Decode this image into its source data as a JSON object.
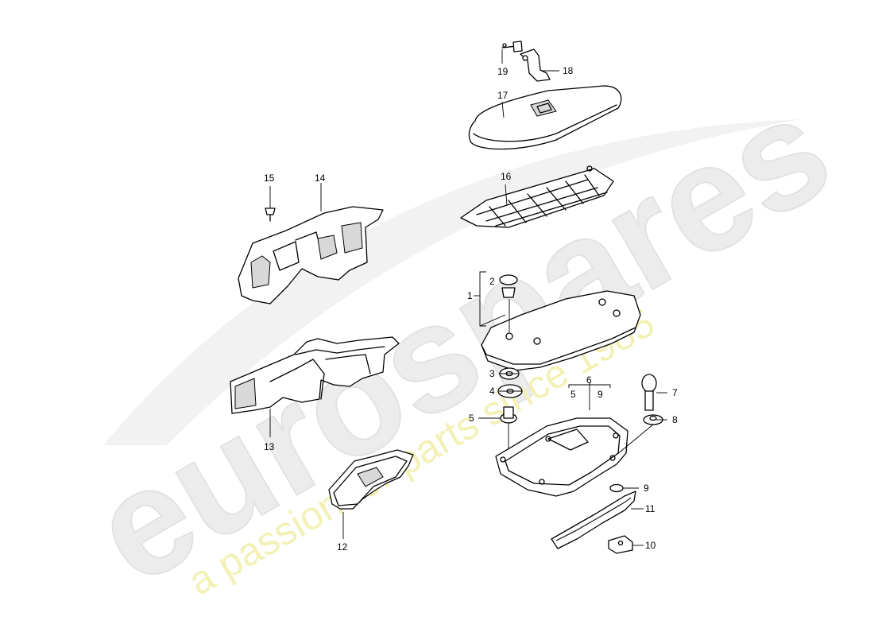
{
  "watermark": {
    "brand": "eurospares",
    "tagline": "a passion for parts since 1985"
  },
  "callouts": {
    "c1": "1",
    "c2": "2",
    "c3": "3",
    "c4": "4",
    "c5": "5",
    "c6": "6",
    "c7": "7",
    "c8": "8",
    "c9": "9",
    "c10": "10",
    "c11": "11",
    "c12": "12",
    "c13": "13",
    "c14": "14",
    "c15": "15",
    "c16": "16",
    "c17": "17",
    "c18": "18",
    "c19": "19",
    "sub5": "5",
    "sub9": "9"
  }
}
